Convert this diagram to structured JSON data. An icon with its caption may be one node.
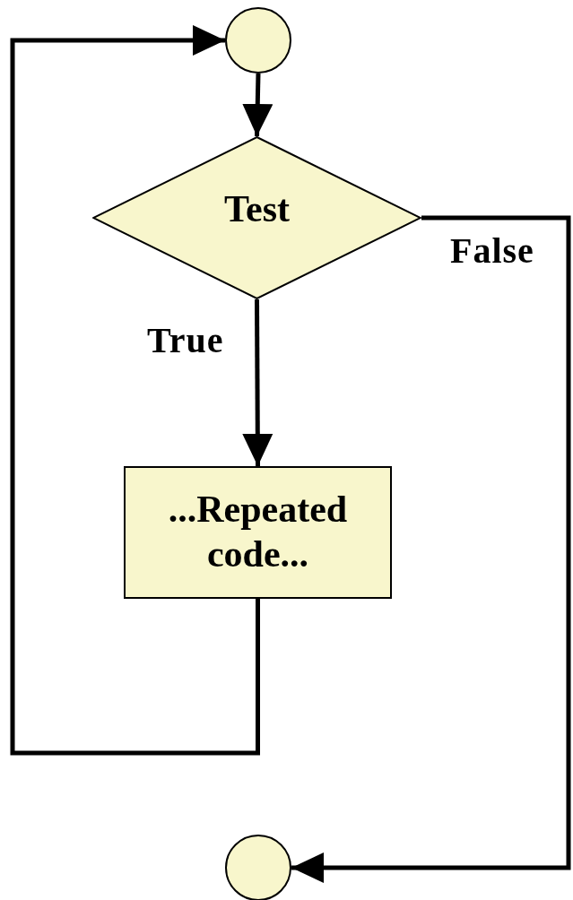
{
  "diagram": {
    "nodes": [
      {
        "text": [],
        "shape": "circle"
      },
      {
        "text": [
          "Test"
        ]
      },
      {
        "text": [
          "...Repeated code..."
        ]
      },
      {
        "text": [],
        "shape": "circle"
      }
    ],
    "edges": [
      {
        "from": 0,
        "to": 1,
        "arrow": "to"
      },
      {
        "from": 1,
        "to": 2,
        "arrow": "to",
        "label": "True"
      },
      {
        "from": 2,
        "to": 0,
        "arrow": "to"
      },
      {
        "from": 1,
        "to": 3,
        "arrow": "to",
        "label": "False"
      }
    ]
  }
}
